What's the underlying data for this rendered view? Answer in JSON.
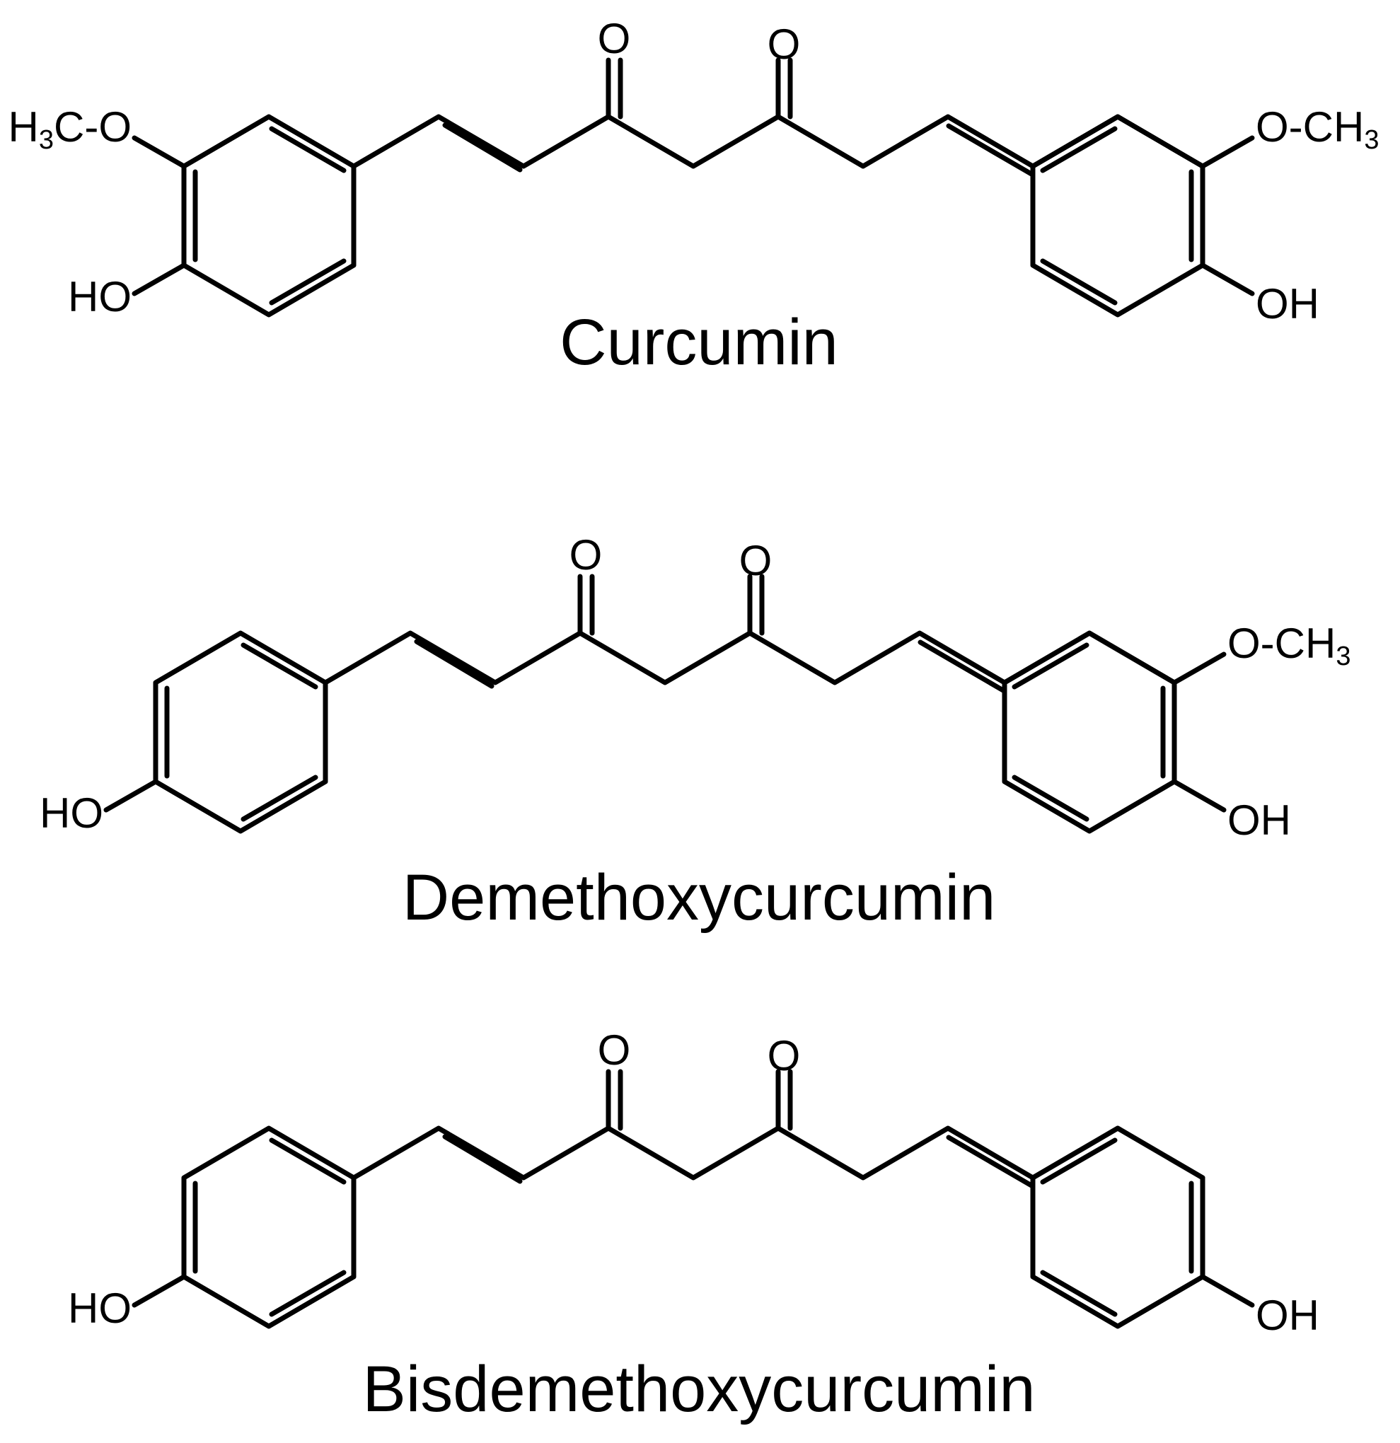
{
  "labels": {
    "oxygen": "O",
    "hydroxyl_left": "HO",
    "hydroxyl_right": "OH",
    "methoxy_left_prefix": "H",
    "methoxy_left_sub": "3",
    "methoxy_left_suffix": "C-O",
    "methoxy_right_prefix": "O-CH",
    "methoxy_right_sub": "3"
  },
  "compounds": [
    {
      "name": "Curcumin",
      "left_methoxy": true,
      "right_methoxy": true
    },
    {
      "name": "Demethoxycurcumin",
      "left_methoxy": false,
      "right_methoxy": true
    },
    {
      "name": "Bisdemethoxycurcumin",
      "left_methoxy": false,
      "right_methoxy": false
    }
  ],
  "colors": {
    "ink": "#000000",
    "background": "#ffffff"
  }
}
